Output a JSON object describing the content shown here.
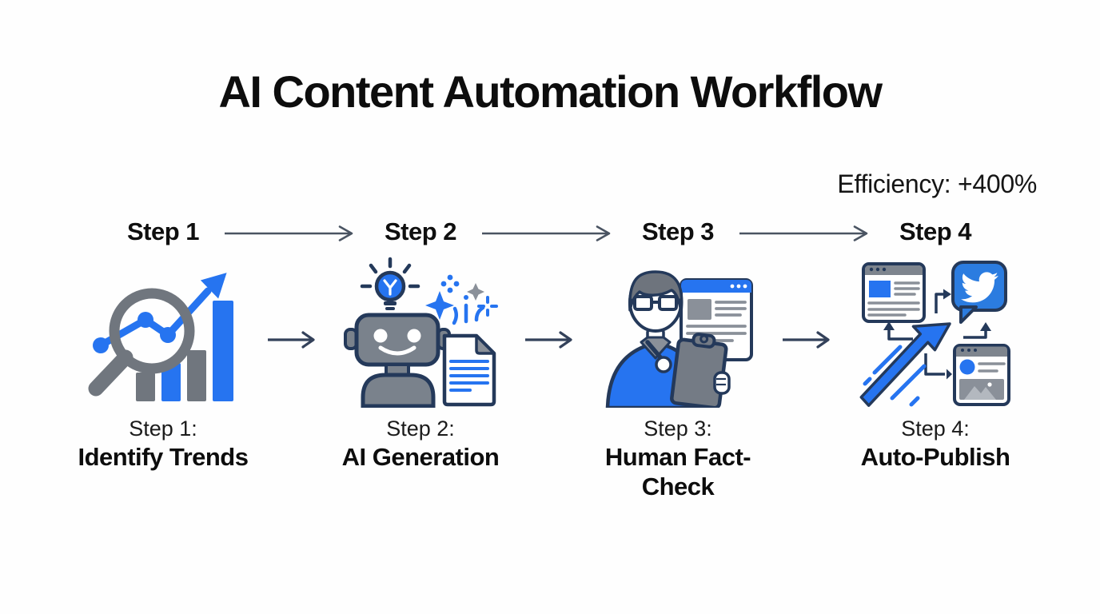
{
  "title": "AI Content Automation Workflow",
  "efficiency_label": "Efficiency: +400%",
  "steps": [
    {
      "header": "Step 1",
      "caption_prefix": "Step 1:",
      "caption": "Identify Trends",
      "icon": "magnifier-trend-chart-icon"
    },
    {
      "header": "Step 2",
      "caption_prefix": "Step 2:",
      "caption": "AI Generation",
      "icon": "robot-lightbulb-document-icon"
    },
    {
      "header": "Step 3",
      "caption_prefix": "Step 3:",
      "caption": "Human Fact-Check",
      "icon": "reviewer-clipboard-browser-icon"
    },
    {
      "header": "Step 4",
      "caption_prefix": "Step 4:",
      "caption": "Auto-Publish",
      "icon": "growth-arrow-social-publish-icon"
    }
  ],
  "colors": {
    "accent_blue": "#2674F0",
    "twitter_blue": "#2B7CE0",
    "icon_gray": "#747B85",
    "light_gray": "#8A9099",
    "outline_navy": "#24395A",
    "flow_arrow_gray": "#4A5462",
    "text_black": "#111111",
    "background": "#FEFEFE"
  }
}
